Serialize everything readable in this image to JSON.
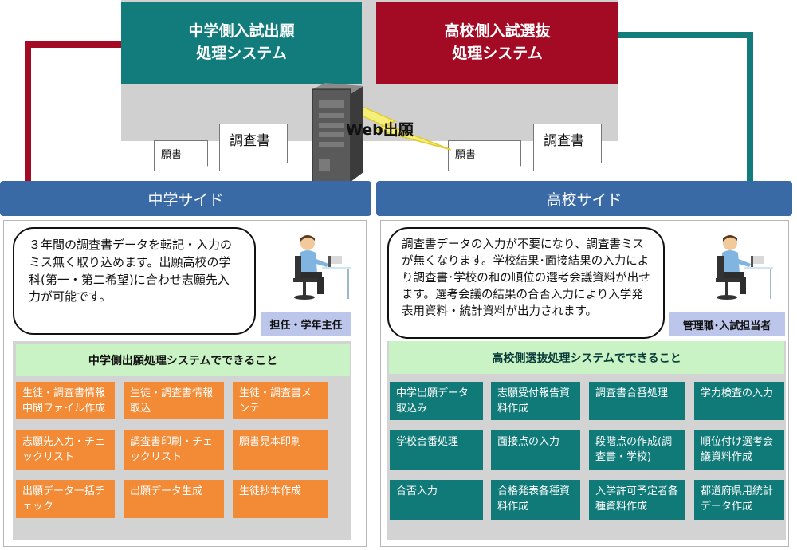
{
  "colors": {
    "jh_system": "#127c7c",
    "hs_system": "#a30b24",
    "side_header": "#3a6aa6",
    "orange_task": "#f28a36",
    "teal_task": "#0f7a78",
    "green_title": "#c9f3c4",
    "role_badge": "#bcc5ea"
  },
  "systems": {
    "jh": {
      "line1": "中学側入試出願",
      "line2": "処理システム"
    },
    "hs": {
      "line1": "高校側入試選抜",
      "line2": "処理システム"
    }
  },
  "documents": {
    "application": "願書",
    "report": "調査書"
  },
  "web_label": "Web出願",
  "junior_high": {
    "side_title": "中学サイド",
    "description": "３年間の調査書データを転記・入力のミス無く取り込めます。出願高校の学科(第一・第二希望)に合わせ志願先入力が可能です。",
    "role": "担任・学年主任",
    "features_title": "中学側出願処理システムでできること",
    "tasks": [
      "生徒・調査書情報中間ファイル作成",
      "生徒・調査書情報取込",
      "生徒・調査書メンテ",
      "志願先入力・チェックリスト",
      "調査書印刷・チェックリスト",
      "願書見本印刷",
      "出願データ一括チェック",
      "出願データ生成",
      "生徒抄本作成"
    ]
  },
  "high_school": {
    "side_title": "高校サイド",
    "description": "調査書データの入力が不要になり、調査書ミスが無くなります。学校結果･面接結果の入力により調査書･学校の和の順位の選考会議資料が出せます。選考会議の結果の合否入力により入学発表用資料・統計資料が出力されます。",
    "role": "管理職･入試担当者",
    "features_title": "高校側選抜処理システムでできること",
    "tasks": [
      "中学出願データ取込み",
      "志願受付報告資料作成",
      "調査書合番処理",
      "学力検査の入力",
      "学校合番処理",
      "面接点の入力",
      "段階点の作成(調査書・学校)",
      "順位付け選考会議資料作成",
      "合否入力",
      "合格発表各種資料作成",
      "入学許可予定者各種資料作成",
      "都道府県用統計データ作成"
    ]
  }
}
